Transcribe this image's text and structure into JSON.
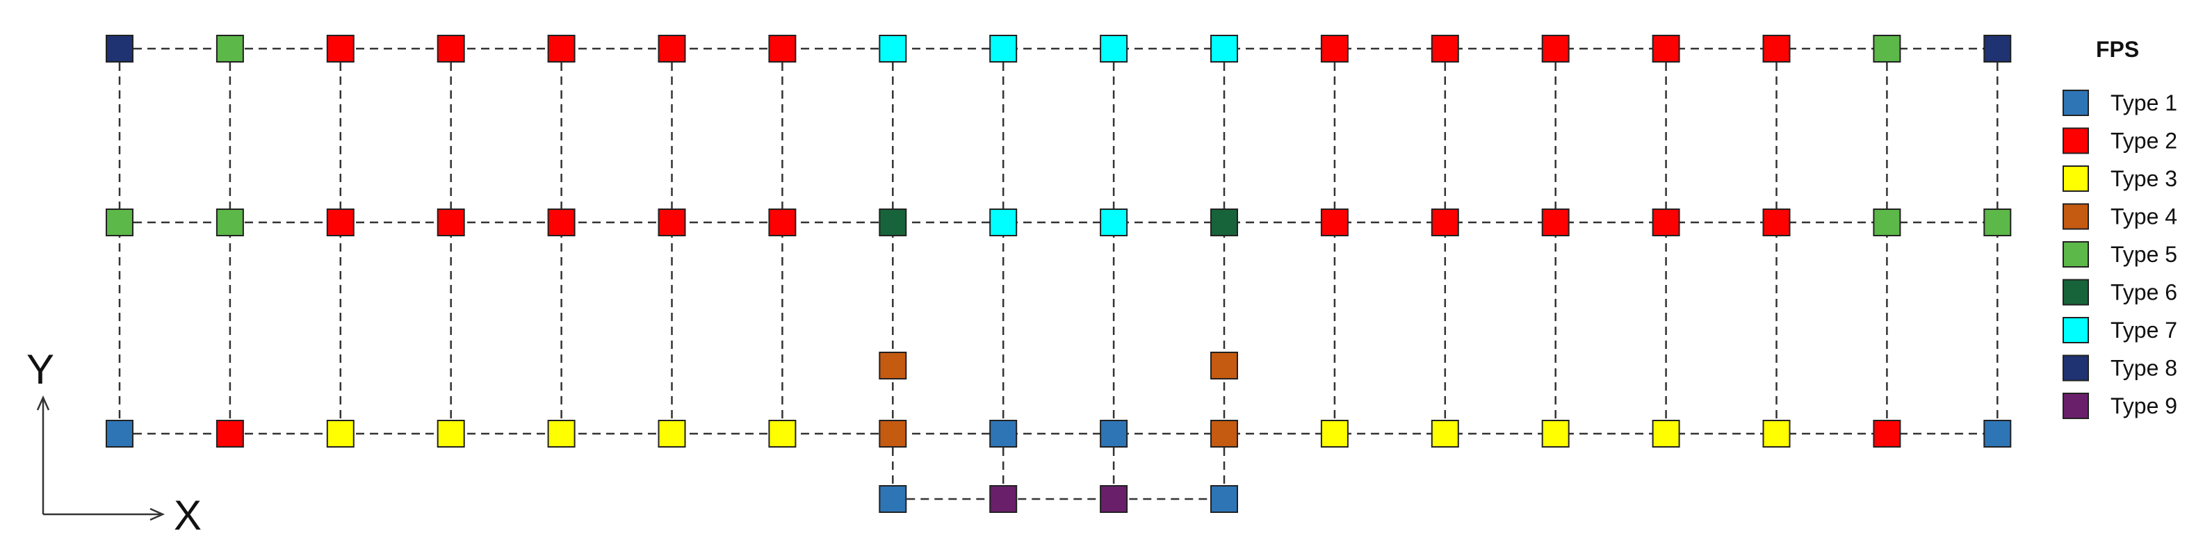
{
  "legend": {
    "title": "FPS",
    "items": [
      {
        "type": 1,
        "label": "Type 1",
        "color": "#2E75B6"
      },
      {
        "type": 2,
        "label": "Type 2",
        "color": "#FF0000"
      },
      {
        "type": 3,
        "label": "Type 3",
        "color": "#FFFF00"
      },
      {
        "type": 4,
        "label": "Type 4",
        "color": "#C55A11"
      },
      {
        "type": 5,
        "label": "Type 5",
        "color": "#5CB848"
      },
      {
        "type": 6,
        "label": "Type 6",
        "color": "#17643A"
      },
      {
        "type": 7,
        "label": "Type 7",
        "color": "#00FFFF"
      },
      {
        "type": 8,
        "label": "Type 8",
        "color": "#1F3272"
      },
      {
        "type": 9,
        "label": "Type 9",
        "color": "#6A1F6B"
      }
    ]
  },
  "axes": {
    "x_label": "X",
    "y_label": "Y"
  },
  "grid": {
    "rows": [
      {
        "row": "top",
        "types": [
          8,
          5,
          2,
          2,
          2,
          2,
          2,
          7,
          7,
          7,
          7,
          2,
          2,
          2,
          2,
          2,
          5,
          8
        ]
      },
      {
        "row": "middle",
        "types": [
          5,
          5,
          2,
          2,
          2,
          2,
          2,
          6,
          7,
          7,
          6,
          2,
          2,
          2,
          2,
          2,
          5,
          5
        ]
      },
      {
        "row": "bottom",
        "types": [
          1,
          2,
          3,
          3,
          3,
          3,
          3,
          4,
          1,
          1,
          4,
          3,
          3,
          3,
          3,
          3,
          2,
          1
        ]
      }
    ],
    "extra_nodes": [
      {
        "row": "between",
        "col": 7,
        "type": 4
      },
      {
        "row": "between",
        "col": 10,
        "type": 4
      },
      {
        "row": "lowest",
        "col": 7,
        "type": 1
      },
      {
        "row": "lowest",
        "col": 8,
        "type": 9
      },
      {
        "row": "lowest",
        "col": 9,
        "type": 9
      },
      {
        "row": "lowest",
        "col": 10,
        "type": 1
      }
    ]
  }
}
